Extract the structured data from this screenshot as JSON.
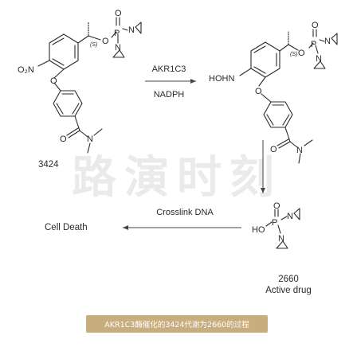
{
  "compound_3424": {
    "id_label": "3424",
    "nitro_group": "O₂N",
    "phosphorus": "P",
    "oxygen": "O",
    "aziridine_n": "N",
    "stereo": "(S)"
  },
  "reaction_1": {
    "enzyme": "AKR1C3",
    "cofactor": "NADPH"
  },
  "intermediate": {
    "hydroxylamine_group": "HOHN",
    "phosphorus": "P",
    "oxygen": "O",
    "aziridine_n": "N",
    "stereo": "(S)"
  },
  "reaction_2": {
    "label": "Crosslink DNA",
    "outcome": "Cell Death"
  },
  "product_2660": {
    "id_label": "2660",
    "description": "Active drug",
    "ho_group": "HO",
    "phosphorus": "P",
    "oxygen": "O",
    "aziridine_n": "N"
  },
  "watermark_text": "路演时刻",
  "caption": "AKR1C3酶催化的3424代谢为2660的过程",
  "colors": {
    "caption_background": "#c8ad7f",
    "caption_text": "#ffffff",
    "ink": "#2a2a2a",
    "watermark": "#d9d9d9"
  }
}
